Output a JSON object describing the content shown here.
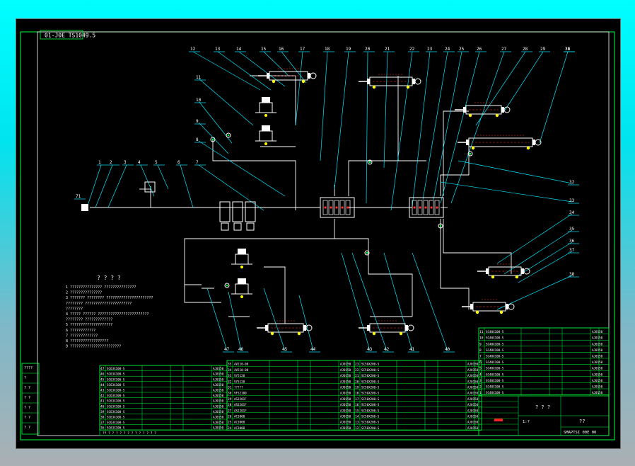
{
  "drawing": {
    "drawing_number": "01-J0E TS1049.5",
    "notes_title": "? ? ? ?",
    "notes": [
      "1 ??????????????? ???????????????",
      "2 ???????????????",
      "3 ??????? ???????? ??????????????????????",
      "  ???????? ??????????????????????",
      "  ????????",
      "4 ????? ?????? ????????????????????????",
      "  ???????? ?????????????",
      "5 ????????????????????",
      "6 ????????????",
      "7 ?????????????",
      "8 ??????????????????",
      "9 ????????????????????????"
    ],
    "balloons_top": [
      "12",
      "13",
      "14",
      "15",
      "16",
      "17",
      "18",
      "19",
      "20",
      "21",
      "22",
      "23",
      "24",
      "25",
      "26",
      "27",
      "28",
      "29",
      "30",
      "31"
    ],
    "balloons_left": [
      "11",
      "10",
      "9",
      "8"
    ],
    "balloons_input": [
      "1",
      "2",
      "3",
      "4",
      "5",
      "6",
      "7"
    ],
    "balloons_right": [
      "32",
      "33",
      "34",
      "35",
      "36",
      "37",
      "38"
    ],
    "balloons_bottom": [
      "47",
      "46",
      "45",
      "44",
      "43",
      "42",
      "41",
      "40"
    ],
    "title_block": {
      "title": "? ? ?",
      "subtitle": "??",
      "code": "SMAPTSI 00E 00",
      "scale": "1:?"
    },
    "rev_block": [
      "????",
      "?",
      "? ?",
      "? ?",
      "? ?",
      "? ?",
      "? ?"
    ],
    "bom_code": "AJ0150",
    "bom_left": {
      "numbers": [
        "47",
        "46",
        "45",
        "44",
        "43",
        "42",
        "41",
        "40",
        "39",
        "38",
        "37",
        "36"
      ],
      "descriptions": [
        "SC63X100-S",
        "SC63X100-S",
        "SC63X100-S",
        "SC63X100-S",
        "SC63X100-S",
        "SC63X100-S",
        "SC63X100-S",
        "SC63X100-S",
        "SC63X100-S",
        "SC63X100-S",
        "SC63X100-S",
        "SC63X100-S"
      ]
    },
    "bom_mid": {
      "numbers": [
        "35",
        "34",
        "33",
        "32",
        "31",
        "30",
        "29",
        "28",
        "27",
        "26",
        "25",
        "24"
      ],
      "descriptions": [
        "4V210-08",
        "4V210-08",
        "SY5120",
        "SY5120",
        "?????",
        "VFS2100",
        "AS2201F",
        "AS2201F",
        "AS2201F",
        "AC3000",
        "AC3000",
        "AC3000"
      ]
    },
    "bom_right": {
      "numbers": [
        "23",
        "22",
        "21",
        "20",
        "19",
        "18",
        "17",
        "16",
        "15",
        "14",
        "13",
        "12"
      ],
      "descriptions": [
        "SC50X200-S",
        "SC50X200-S",
        "SC50X200-S",
        "SC50X200-S",
        "SC50X200-S",
        "SC50X200-S",
        "SC50X200-S",
        "SC50X200-S",
        "SC50X200-S",
        "SC50X200-S",
        "SC50X200-S",
        "SC50X200-S"
      ]
    },
    "bom_upper": {
      "numbers": [
        "11",
        "10",
        "9",
        "8",
        "7",
        "6",
        "5",
        "4",
        "3",
        "2",
        "1"
      ],
      "descriptions": [
        "SC40X100-S",
        "SC40X100-S",
        "SC40X100-S",
        "SC40X100-S",
        "SC40X100-S",
        "SC40X100-S",
        "SC40X100-S",
        "SC40X100-S",
        "SC40X100-S",
        "SC40X100-S",
        "SC40X100-S"
      ]
    },
    "bom_footer": "?? ?  ? ?  ? ?  ? ?  ? ?  ? ?  ? ?"
  }
}
